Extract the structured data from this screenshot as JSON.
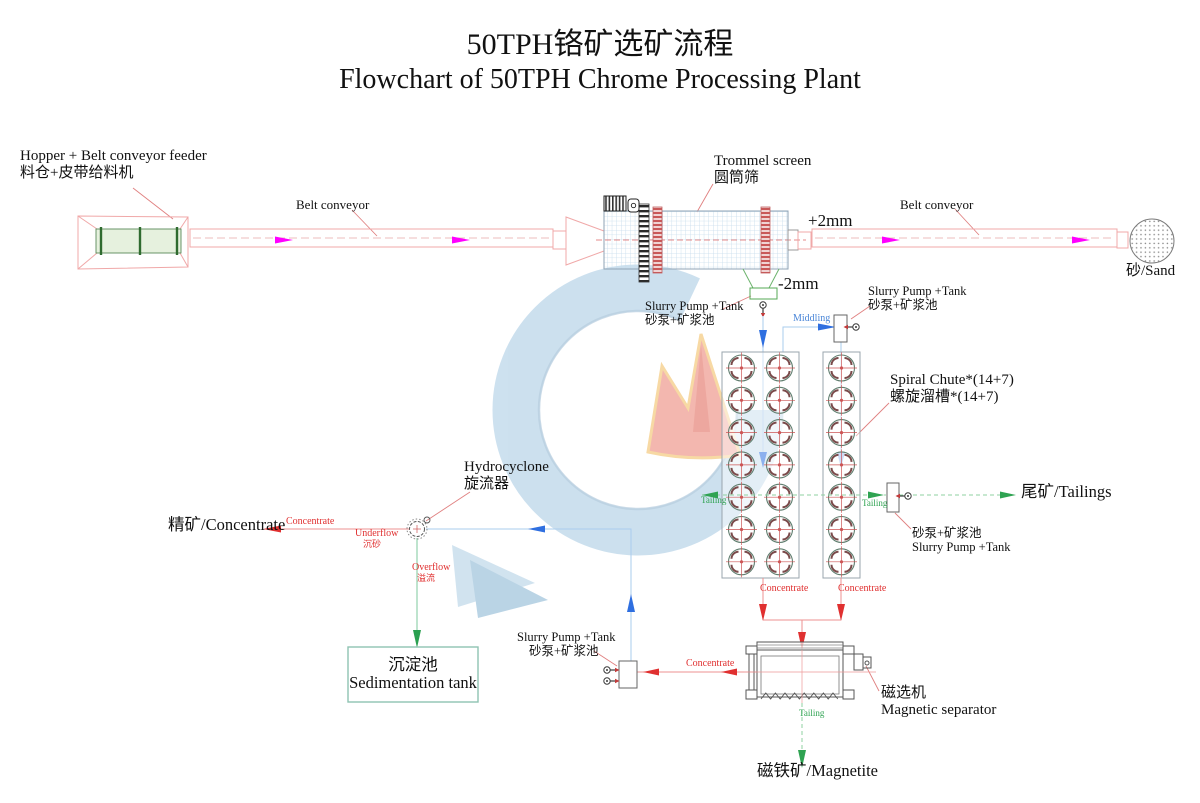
{
  "title": {
    "zh": "50TPH铬矿选矿流程",
    "en": "Flowchart of 50TPH Chrome Processing Plant"
  },
  "colors": {
    "flow_concentrate_red": "#e03030",
    "flow_tailing_green": "#2fa352",
    "flow_feed_blue": "#2f6fe0",
    "belt_arrow_magenta": "#ff00ff",
    "leader_line_pink": "#e08080",
    "watermark_ring_blue": "#cadfee",
    "watermark_mountain_pink": "#f3b4ab",
    "trommel_mesh_blue": "#c6dcec"
  },
  "labels": {
    "hopper": {
      "en": "Hopper + Belt conveyor feeder",
      "zh": "料仓+皮带给料机"
    },
    "belt_conveyor_1": "Belt conveyor",
    "trommel": {
      "en": "Trommel screen",
      "zh": "圆筒筛"
    },
    "plus_2mm": "+2mm",
    "minus_2mm": "-2mm",
    "belt_conveyor_2": "Belt conveyor",
    "sand": "砂/Sand",
    "slurry_pump_feed": {
      "en": "Slurry Pump +Tank",
      "zh": "砂泵+矿浆池"
    },
    "middling": "Middling",
    "slurry_pump_middling": {
      "en": "Slurry Pump +Tank",
      "zh": "砂泵+矿浆池"
    },
    "spiral_chute": {
      "en": "Spiral Chute*(14+7)",
      "zh": "螺旋溜槽*(14+7)"
    },
    "hydrocyclone": {
      "en": "Hydrocyclone",
      "zh": "旋流器"
    },
    "concentrate_product": "精矿/Concentrate",
    "concentrate_flow": "Concentrate",
    "underflow": {
      "en": "Underflow",
      "zh": "沉砂"
    },
    "overflow": {
      "en": "Overflow",
      "zh": "溢流"
    },
    "tailing_left": "Tailing",
    "tailing_right": "Tailing",
    "tailings_product": "尾矿/Tailings",
    "slurry_pump_tailings": {
      "zh": "砂泵+矿浆池",
      "en": "Slurry Pump +Tank"
    },
    "concentrate_bank_left": "Concentrate",
    "concentrate_bank_right": "Concentrate",
    "sedimentation_tank": {
      "zh": "沉淀池",
      "en": "Sedimentation tank"
    },
    "slurry_pump_recycle": {
      "en": "Slurry Pump +Tank",
      "zh": "砂泵+矿浆池"
    },
    "concentrate_mag": "Concentrate",
    "magnetic_separator": {
      "zh": "磁选机",
      "en": "Magnetic separator"
    },
    "tailing_bottom": "Tailing",
    "magnetite_product": "磁铁矿/Magnetite"
  }
}
